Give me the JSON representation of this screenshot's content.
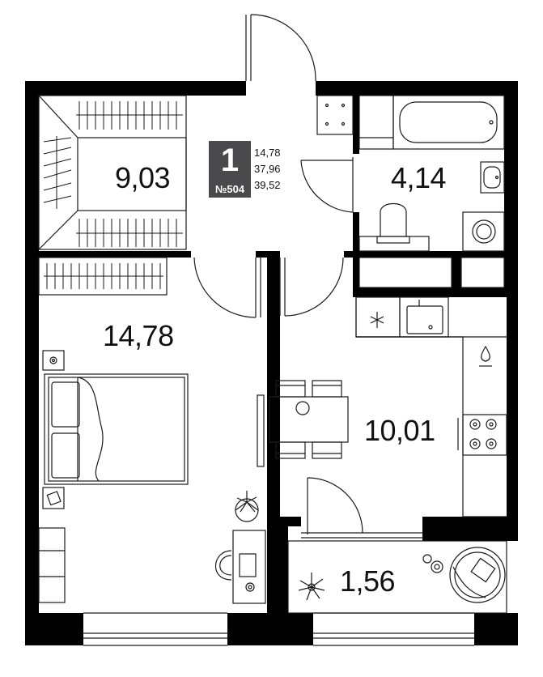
{
  "apartment": {
    "rooms": "1",
    "number": "№504",
    "living_area": "14,78",
    "usable_area": "37,96",
    "total_area": "39,52"
  },
  "rooms": {
    "hall": "9,03",
    "bathroom": "4,14",
    "bedroom": "14,78",
    "kitchen": "10,01",
    "balcony": "1,56"
  },
  "colors": {
    "wall": "#000000",
    "line": "#1a1a1a",
    "badge_dark": "#4a4a4c",
    "background": "#ffffff"
  }
}
